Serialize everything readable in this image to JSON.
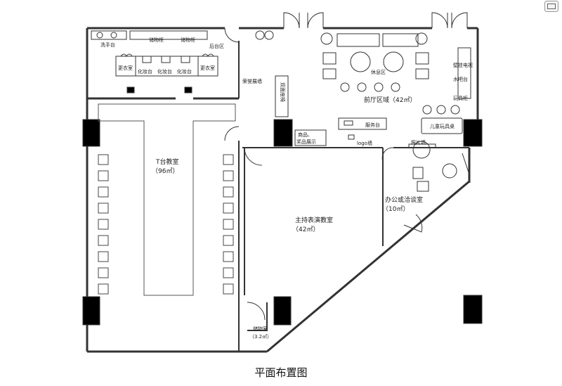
{
  "caption": "平面布置图",
  "labels": {
    "wash_basin": "洗手台",
    "storage_cabinet_1": "储物柜",
    "storage_cabinet_2": "储物柜",
    "backstage": "后台区",
    "changing_room_1": "更衣室",
    "makeup_1": "化妆台",
    "makeup_2": "化妆台",
    "makeup_3": "化妆台",
    "changing_room_2": "更衣室",
    "honor_wall": "荣誉展墙",
    "double_sofa": "双面座椅",
    "lounge": "休息区",
    "front_hall": "前厅区域（42㎡）",
    "water_bar": "壁挂电视",
    "water_bar_2": "水吧台",
    "toy_cabinet": "玩具柜",
    "kids_table": "儿童玩具桌",
    "service_desk": "服务台",
    "goods_display_1": "商品、",
    "goods_display_2": "奖品展示",
    "logo_wall": "logo墙",
    "photo_wall": "照片墙",
    "t_stage_room": "T台教室",
    "t_stage_area": "（96㎡）",
    "host_room": "主持表演教室",
    "host_area": "（42㎡）",
    "office": "办公或洽谈室",
    "office_area": "（10㎡）",
    "storage_room": "储物室",
    "storage_area": "（3.2㎡）"
  }
}
